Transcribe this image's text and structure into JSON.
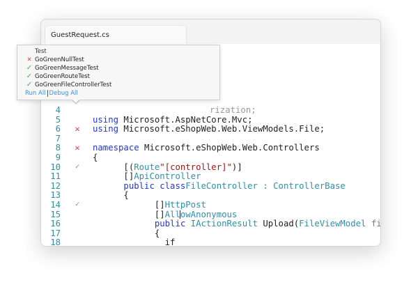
{
  "tab": {
    "title": "GuestRequest.cs"
  },
  "popup": {
    "header": "Test",
    "tests": [
      {
        "name": "GoGreenNullTest",
        "status": "failed"
      },
      {
        "name": "GoGreenMessageTest",
        "status": "passed"
      },
      {
        "name": "GoGreenRouteTest",
        "status": "passed"
      },
      {
        "name": "GoGreenFileControllerTest",
        "status": "passed"
      }
    ],
    "run_all": "Run All",
    "debug_all": "Debug All"
  },
  "colors": {
    "keyword": "#2436d8",
    "type": "#2b91af",
    "string": "#a31515",
    "fail": "#e0443e",
    "pass": "#4caf50",
    "link": "#3b8ee0"
  },
  "lines": [
    {
      "n": "4",
      "status": "",
      "t4": "rization;"
    },
    {
      "n": "5",
      "status": "",
      "a": "using",
      "b": " Microsoft.AspNetCore.Mvc;"
    },
    {
      "n": "6",
      "status": "failed",
      "a": "using",
      "b": " Microsoft.eShopWeb.Web.ViewModels.File;"
    },
    {
      "n": "7",
      "status": ""
    },
    {
      "n": "8",
      "status": "failed",
      "a": "namespace",
      "b": " Microsoft.eShopWeb.Web.Controllers"
    },
    {
      "n": "9",
      "status": "",
      "b": "{"
    },
    {
      "n": "10",
      "status": "passed",
      "p0": "      [",
      "ty": "Route",
      "p1": "(",
      "st": "\"[controller]\"",
      "p2": ")]"
    },
    {
      "n": "11",
      "status": "",
      "p0": "      [",
      "ty": "ApiController",
      "p1": "]"
    },
    {
      "n": "12",
      "status": "",
      "p0": "      ",
      "kw1": "public",
      "p1": " ",
      "kw2": "class",
      "p2": " ",
      "ty": "FileController : ControllerBase"
    },
    {
      "n": "13",
      "status": "",
      "b": "      {"
    },
    {
      "n": "14",
      "status": "passed",
      "p0": "            [",
      "ty": "HttpPost",
      "p1": "]"
    },
    {
      "n": "15",
      "status": "",
      "p0": "            [",
      "tyA": "All",
      "tyB": "owAnonymous",
      "p1": "]"
    },
    {
      "n": "16",
      "status": "",
      "p0": "            ",
      "kw1": "public",
      "p1": " ",
      "ty": "IActionResult",
      "p2": " Upload(",
      "ty2": "FileViewModel",
      "p3": " ",
      "pm": "fileViewModel",
      "p4": ")"
    },
    {
      "n": "17",
      "status": "",
      "b": "            {"
    },
    {
      "n": "18",
      "status": "",
      "b": "              if"
    }
  ]
}
